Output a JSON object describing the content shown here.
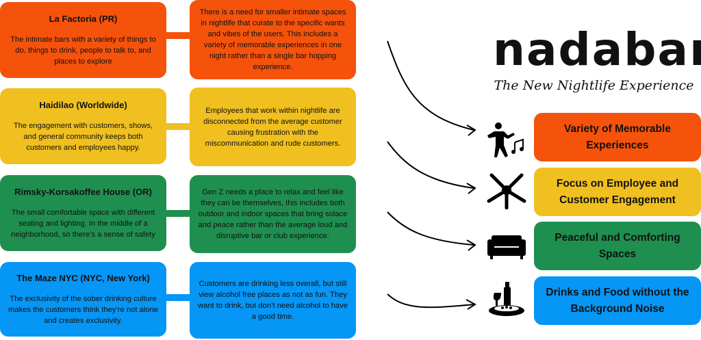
{
  "logo": {
    "name": "nadabar",
    "tagline": "The New Nightlife Experience"
  },
  "rows": [
    {
      "title": "La Factoria (PR)",
      "desc": "The intimate bars with a variety of things to do, things to drink, people to talk to, and places to explore",
      "insight": "There is a need for smaller intimate spaces in nightlife that curate to the specific wants and vibes of the users. This includes a variety of memorable experiences in one night rather than a single bar hopping experience.",
      "result": "Variety of Memorable Experiences",
      "icon": "dancing-person-icon",
      "color": "#f5520c"
    },
    {
      "title": "Haidilao (Worldwide)",
      "desc": "The engagement with customers, shows, and general community keeps both customers and employees happy.",
      "insight": "Employees that work within nightlife are disconnected from the average customer causing frustration with the miscommunication and rude customers.",
      "result": "Focus on Employee and Customer Engagement",
      "icon": "hands-together-icon",
      "color": "#f0c020"
    },
    {
      "title": "Rimsky-Korsakoffee House (OR)",
      "desc": "The small comfortable space with different seating and lighting. In the middle of a neighborhood, so there’s a sense of safety",
      "insight": "Gen Z needs a place to relax and feel like they can be themselves, this includes both outdoor and indoor spaces that bring solace and peace rather than the average loud and disruptive bar or club experience.",
      "result": "Peaceful and Comforting Spaces",
      "icon": "couch-icon",
      "color": "#1f8f50"
    },
    {
      "title": "The Maze NYC (NYC, New York)",
      "desc": "The exclusivity of the sober drinking culture makes the customers think they’re not alone and creates exclusivity.",
      "insight": "Customers are drinking less overall, but still view alcohol free places as not as fun. They want to drink, but don’t need alcohol to have a good time.",
      "result": "Drinks and Food without the Background Noise",
      "icon": "drinks-food-icon",
      "color": "#0696f5"
    }
  ]
}
